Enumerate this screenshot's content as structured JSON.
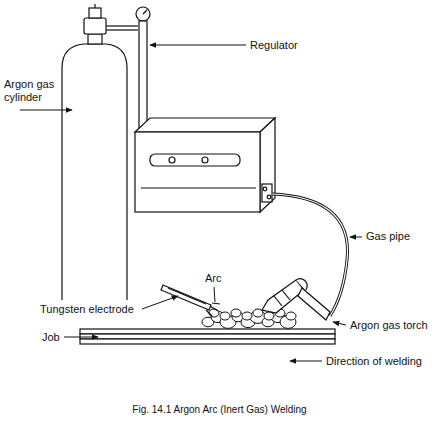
{
  "diagram": {
    "caption": "Fig. 14.1 Argon Arc (Inert Gas) Welding",
    "labels": [
      "Regulator",
      "Argon gas cylinder",
      "Gas pipe",
      "Tungsten electrode",
      "Arc",
      "Argon gas torch",
      "Job",
      "Direction of welding"
    ]
  }
}
